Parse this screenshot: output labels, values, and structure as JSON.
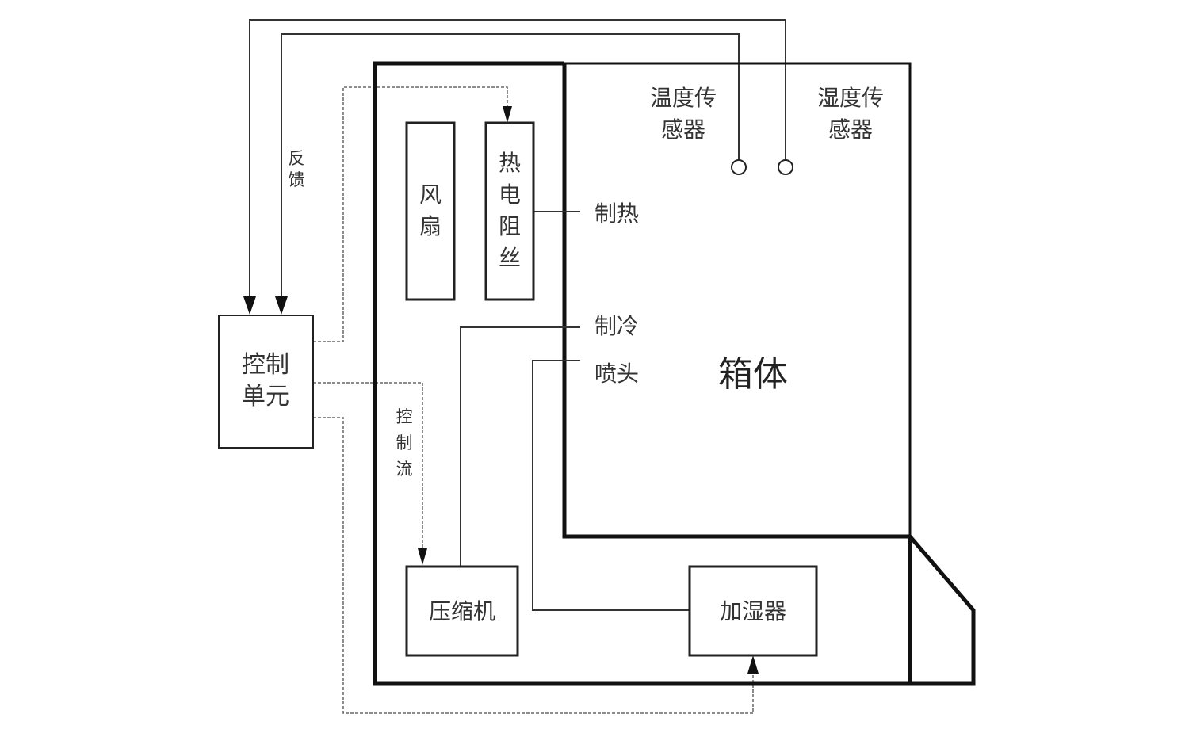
{
  "labels": {
    "temp_sensor_1": "温度传",
    "temp_sensor_2": "感器",
    "humid_sensor_1": "湿度传",
    "humid_sensor_2": "感器",
    "feedback_1": "反",
    "feedback_2": "馈",
    "fan_1": "风",
    "fan_2": "扇",
    "heater_1": "热",
    "heater_2": "电",
    "heater_3": "阻",
    "heater_4": "丝",
    "heating": "制热",
    "cooling": "制冷",
    "nozzle": "喷头",
    "chamber": "箱体",
    "control_1": "控制",
    "control_2": "单元",
    "control_flow_1": "控",
    "control_flow_2": "制",
    "control_flow_3": "流",
    "compressor": "压缩机",
    "humidifier": "加湿器"
  }
}
